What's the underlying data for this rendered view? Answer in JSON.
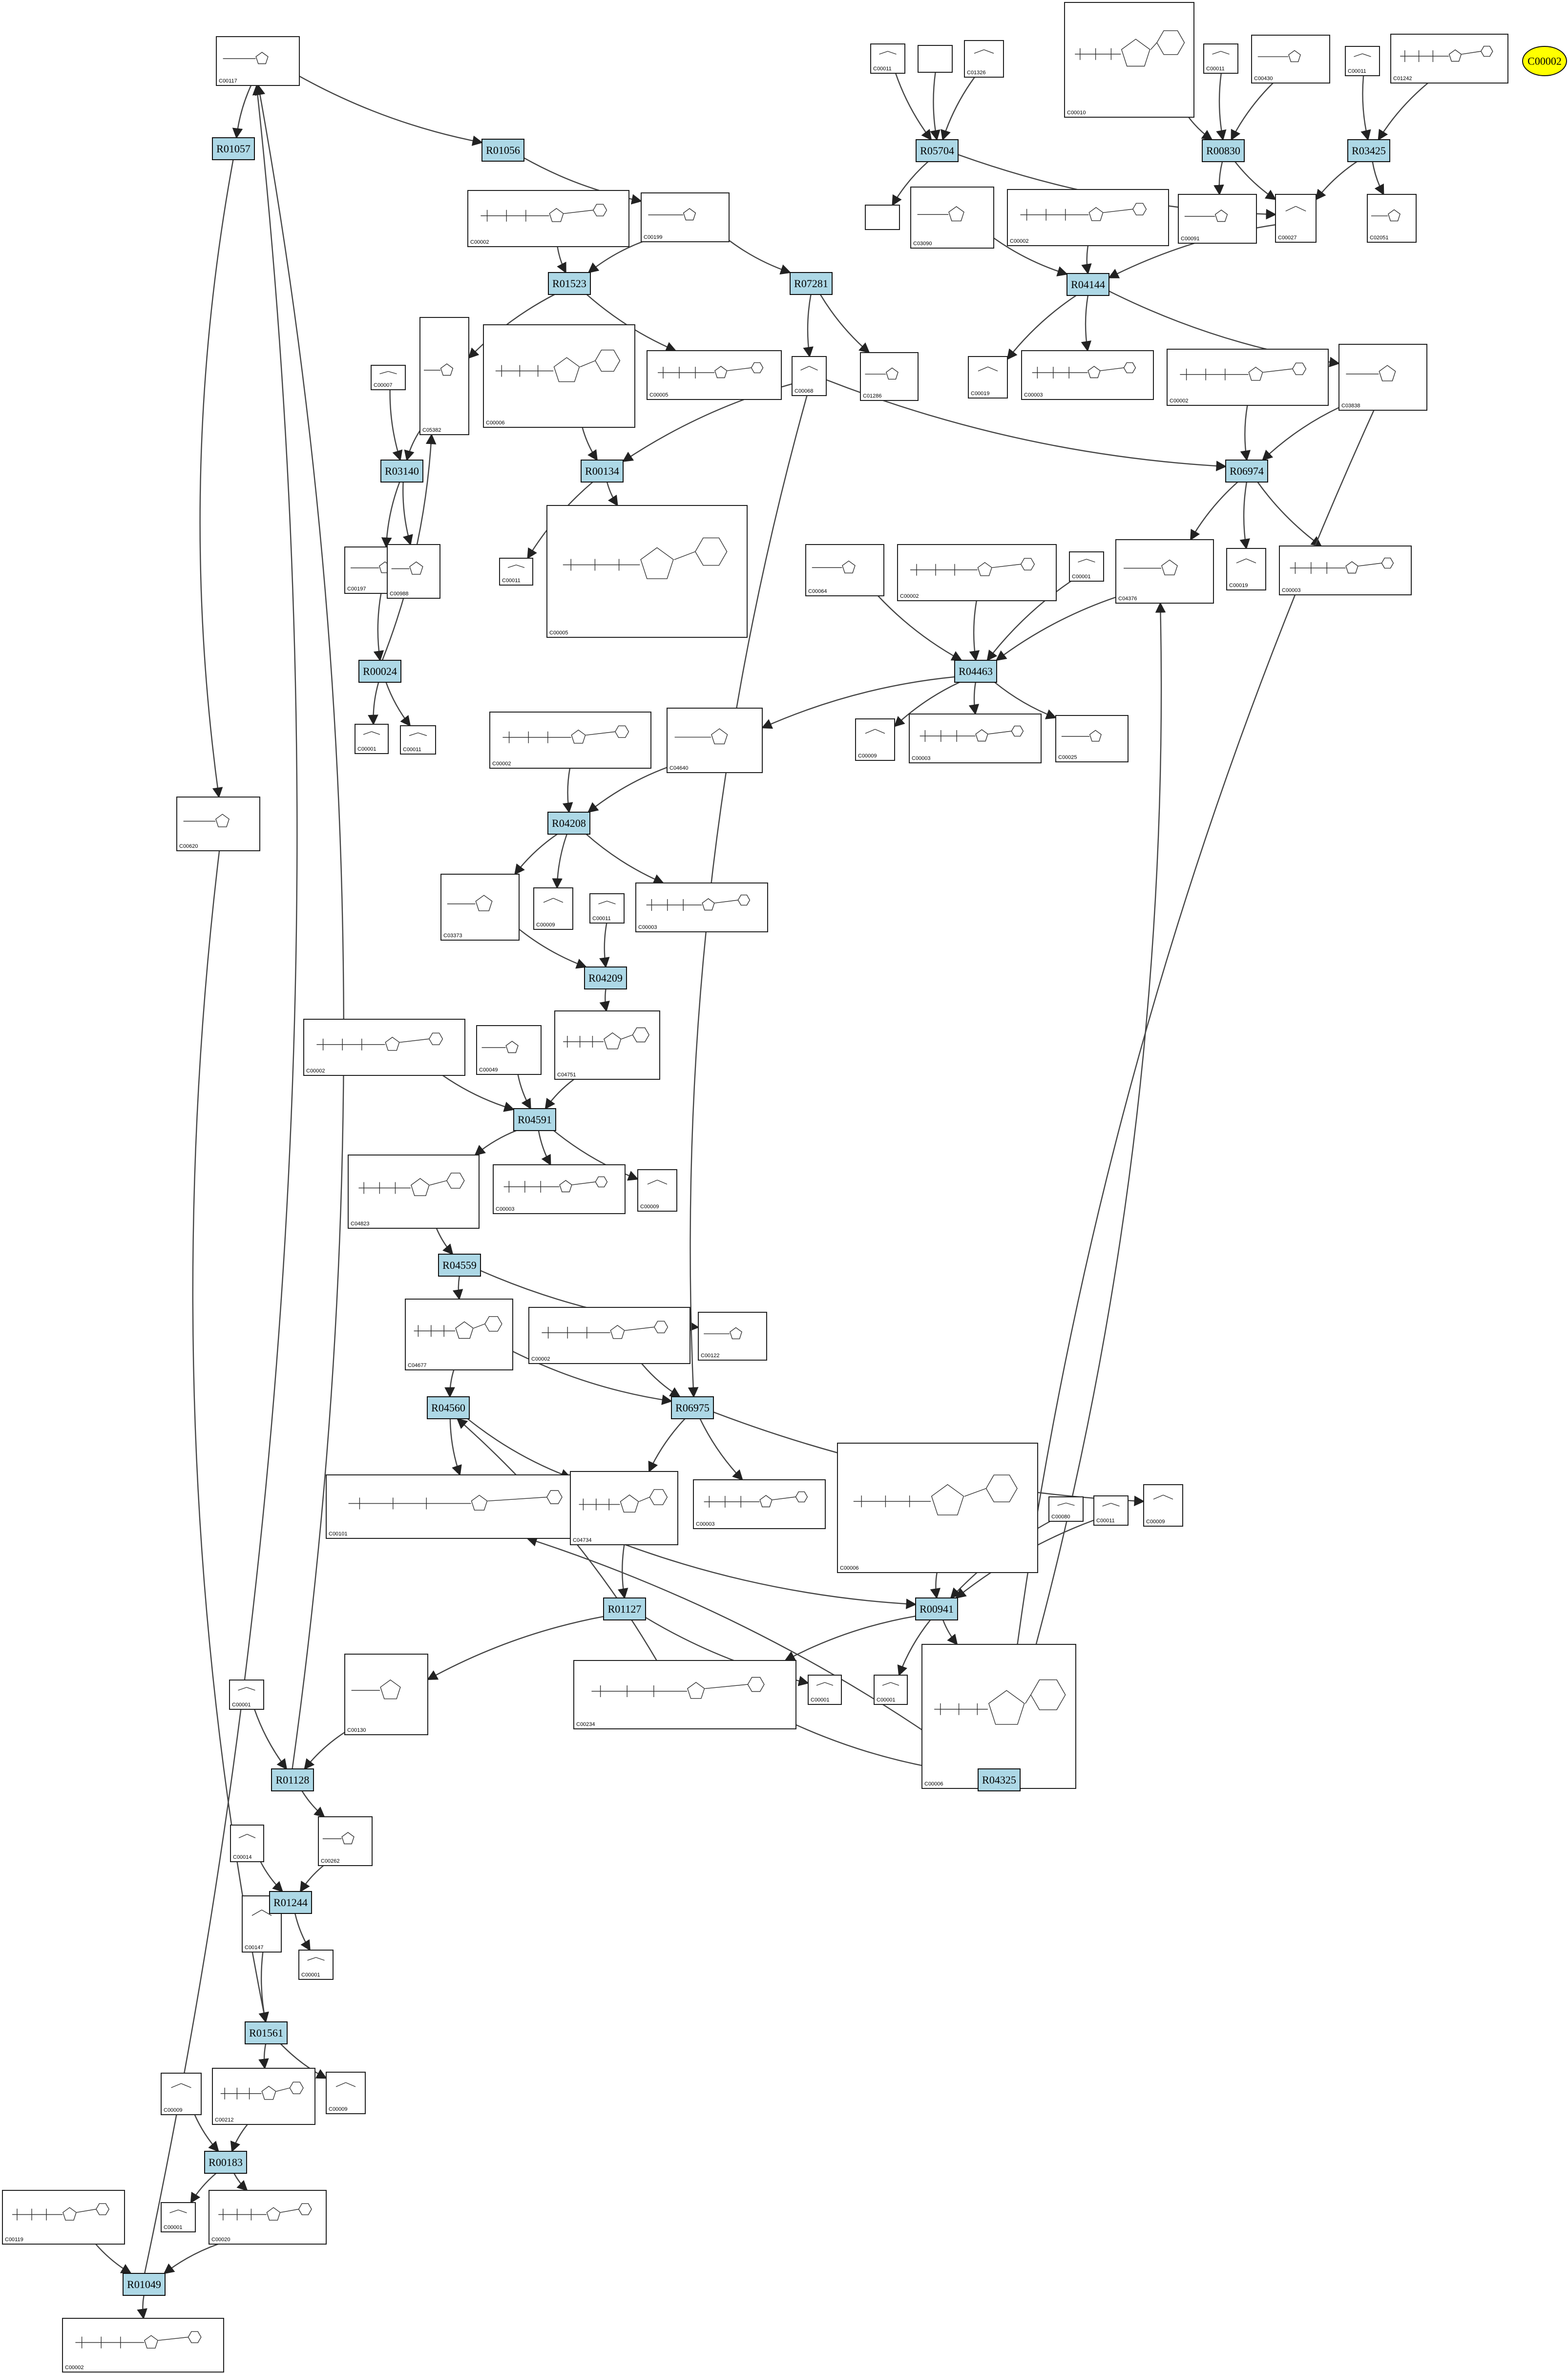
{
  "compounds": [
    {
      "id": "c_C00117",
      "label": "C00117"
    },
    {
      "id": "c_C00002_top",
      "label": "C00002"
    },
    {
      "id": "c_C00199",
      "label": "C00199"
    },
    {
      "id": "c_C05382",
      "label": "C05382"
    },
    {
      "id": "c_C00007",
      "label": "C00007"
    },
    {
      "id": "c_C00006_a",
      "label": "C00006"
    },
    {
      "id": "c_C00005_a",
      "label": "C00005"
    },
    {
      "id": "c_C00068",
      "label": "C00068"
    },
    {
      "id": "c_C01286",
      "label": "C01286"
    },
    {
      "id": "c_C00011_a",
      "label": "C00011"
    },
    {
      "id": "c_C00005_big",
      "label": "C00005"
    },
    {
      "id": "c_C00197",
      "label": "C00197"
    },
    {
      "id": "c_C00988",
      "label": "C00988"
    },
    {
      "id": "c_C00001_a",
      "label": "C00001"
    },
    {
      "id": "c_C00011_b",
      "label": "C00011"
    },
    {
      "id": "c_C00620",
      "label": "C00620"
    },
    {
      "id": "c_C00011_t1",
      "label": "C00011"
    },
    {
      "id": "c_blank1",
      "label": ""
    },
    {
      "id": "c_C01326",
      "label": "C01326"
    },
    {
      "id": "c_C00010",
      "label": "C00010"
    },
    {
      "id": "c_C00011_t2",
      "label": "C00011"
    },
    {
      "id": "c_C00430",
      "label": "C00430"
    },
    {
      "id": "c_C00011_t3",
      "label": "C00011"
    },
    {
      "id": "c_C01242",
      "label": "C01242"
    },
    {
      "id": "c_blank2",
      "label": ""
    },
    {
      "id": "c_C03090",
      "label": "C03090"
    },
    {
      "id": "c_C00002_b",
      "label": "C00002"
    },
    {
      "id": "c_C00091",
      "label": "C00091"
    },
    {
      "id": "c_C00027",
      "label": "C00027"
    },
    {
      "id": "c_C02051",
      "label": "C02051"
    },
    {
      "id": "c_C00019",
      "label": "C00019"
    },
    {
      "id": "c_C00003_a",
      "label": "C00003"
    },
    {
      "id": "c_C00002_c",
      "label": "C00002"
    },
    {
      "id": "c_C03838",
      "label": "C03838"
    },
    {
      "id": "c_C00064",
      "label": "C00064"
    },
    {
      "id": "c_C00002_d",
      "label": "C00002"
    },
    {
      "id": "c_C00001_b",
      "label": "C00001"
    },
    {
      "id": "c_C04376",
      "label": "C04376"
    },
    {
      "id": "c_C00019_b",
      "label": "C00019"
    },
    {
      "id": "c_C00003_b",
      "label": "C00003"
    },
    {
      "id": "c_C00009_a",
      "label": "C00009"
    },
    {
      "id": "c_C00003_c",
      "label": "C00003"
    },
    {
      "id": "c_C00025",
      "label": "C00025"
    },
    {
      "id": "c_C00002_e",
      "label": "C00002"
    },
    {
      "id": "c_C04640",
      "label": "C04640"
    },
    {
      "id": "c_C03373",
      "label": "C03373"
    },
    {
      "id": "c_C00009_b",
      "label": "C00009"
    },
    {
      "id": "c_C00011_c",
      "label": "C00011"
    },
    {
      "id": "c_C00003_d",
      "label": "C00003"
    },
    {
      "id": "c_C00002_f",
      "label": "C00002"
    },
    {
      "id": "c_C00049",
      "label": "C00049"
    },
    {
      "id": "c_C04751",
      "label": "C04751"
    },
    {
      "id": "c_C04823",
      "label": "C04823"
    },
    {
      "id": "c_C00003_e",
      "label": "C00003"
    },
    {
      "id": "c_C00009_c",
      "label": "C00009"
    },
    {
      "id": "c_C04677",
      "label": "C04677"
    },
    {
      "id": "c_C00002_g",
      "label": "C00002"
    },
    {
      "id": "c_C00122",
      "label": "C00122"
    },
    {
      "id": "c_C00101",
      "label": "C00101"
    },
    {
      "id": "c_C04734",
      "label": "C04734"
    },
    {
      "id": "c_C00003_f",
      "label": "C00003"
    },
    {
      "id": "c_C00006_b",
      "label": "C00006"
    },
    {
      "id": "c_C00080",
      "label": "C00080"
    },
    {
      "id": "c_C00011_d",
      "label": "C00011"
    },
    {
      "id": "c_C00009_d",
      "label": "C00009"
    },
    {
      "id": "c_C00130",
      "label": "C00130"
    },
    {
      "id": "c_C00234",
      "label": "C00234"
    },
    {
      "id": "c_C00001_c",
      "label": "C00001"
    },
    {
      "id": "c_C00001_d",
      "label": "C00001"
    },
    {
      "id": "c_C00006_c",
      "label": "C00006"
    },
    {
      "id": "c_C00001_e",
      "label": "C00001"
    },
    {
      "id": "c_C00262",
      "label": "C00262"
    },
    {
      "id": "c_C00014",
      "label": "C00014"
    },
    {
      "id": "c_C00147",
      "label": "C00147"
    },
    {
      "id": "c_C00001_f",
      "label": "C00001"
    },
    {
      "id": "c_C00009_e",
      "label": "C00009"
    },
    {
      "id": "c_C00212",
      "label": "C00212"
    },
    {
      "id": "c_C00009_f",
      "label": "C00009"
    },
    {
      "id": "c_C00001_g",
      "label": "C00001"
    },
    {
      "id": "c_C00020",
      "label": "C00020"
    },
    {
      "id": "c_C00119",
      "label": "C00119"
    },
    {
      "id": "c_C00002_h",
      "label": "C00002"
    }
  ],
  "reactions": [
    {
      "id": "r_R01057",
      "label": "R01057"
    },
    {
      "id": "r_R01056",
      "label": "R01056"
    },
    {
      "id": "r_R01523",
      "label": "R01523"
    },
    {
      "id": "r_R07281",
      "label": "R07281"
    },
    {
      "id": "r_R03140",
      "label": "R03140"
    },
    {
      "id": "r_R00134",
      "label": "R00134"
    },
    {
      "id": "r_R00024",
      "label": "R00024"
    },
    {
      "id": "r_R05704",
      "label": "R05704"
    },
    {
      "id": "r_R00830",
      "label": "R00830"
    },
    {
      "id": "r_R03425",
      "label": "R03425"
    },
    {
      "id": "r_R04144",
      "label": "R04144"
    },
    {
      "id": "r_R06974",
      "label": "R06974"
    },
    {
      "id": "r_R04463",
      "label": "R04463"
    },
    {
      "id": "r_R04208",
      "label": "R04208"
    },
    {
      "id": "r_R04209",
      "label": "R04209"
    },
    {
      "id": "r_R04591",
      "label": "R04591"
    },
    {
      "id": "r_R04559",
      "label": "R04559"
    },
    {
      "id": "r_R04560",
      "label": "R04560"
    },
    {
      "id": "r_R06975",
      "label": "R06975"
    },
    {
      "id": "r_R01127",
      "label": "R01127"
    },
    {
      "id": "r_R00941",
      "label": "R00941"
    },
    {
      "id": "r_R04325",
      "label": "R04325"
    },
    {
      "id": "r_R01128",
      "label": "R01128"
    },
    {
      "id": "r_R01244",
      "label": "R01244"
    },
    {
      "id": "r_R01561",
      "label": "R01561"
    },
    {
      "id": "r_R00183",
      "label": "R00183"
    },
    {
      "id": "r_R01049",
      "label": "R01049"
    }
  ],
  "highlight": {
    "id": "hl_C00002",
    "label": "C00002",
    "color": "#ffff00"
  },
  "colors": {
    "reaction_fill": "#add8e6",
    "edge": "#444444"
  },
  "edges": [
    [
      "c_C00117",
      "r_R01057"
    ],
    [
      "c_C00117",
      "r_R01056"
    ],
    [
      "r_R01057",
      "c_C00620"
    ],
    [
      "r_R01056",
      "c_C00199"
    ],
    [
      "c_C00199",
      "r_R01523"
    ],
    [
      "c_C00002_top",
      "r_R01523"
    ],
    [
      "r_R01523",
      "c_C05382"
    ],
    [
      "r_R01523",
      "c_C00005_a"
    ],
    [
      "c_C00199",
      "r_R07281"
    ],
    [
      "r_R07281",
      "c_C00068"
    ],
    [
      "r_R07281",
      "c_C01286"
    ],
    [
      "c_C05382",
      "r_R03140"
    ],
    [
      "c_C00007",
      "r_R03140"
    ],
    [
      "r_R03140",
      "c_C00197"
    ],
    [
      "r_R03140",
      "c_C00988"
    ],
    [
      "c_C00197",
      "r_R00024"
    ],
    [
      "r_R00024",
      "c_C00001_a"
    ],
    [
      "r_R00024",
      "c_C00011_b"
    ],
    [
      "r_R00024",
      "c_C05382"
    ],
    [
      "c_C00006_a",
      "r_R00134"
    ],
    [
      "c_C00068",
      "r_R00134"
    ],
    [
      "r_R00134",
      "c_C00011_a"
    ],
    [
      "r_R00134",
      "c_C00005_big"
    ],
    [
      "c_C00011_t1",
      "r_R05704"
    ],
    [
      "c_blank1",
      "r_R05704"
    ],
    [
      "c_C01326",
      "r_R05704"
    ],
    [
      "r_R05704",
      "c_blank2"
    ],
    [
      "r_R05704",
      "c_C00027"
    ],
    [
      "c_C00010",
      "r_R00830"
    ],
    [
      "c_C00011_t2",
      "r_R00830"
    ],
    [
      "c_C00430",
      "r_R00830"
    ],
    [
      "r_R00830",
      "c_C00091"
    ],
    [
      "r_R00830",
      "c_C00027"
    ],
    [
      "c_C00011_t3",
      "r_R03425"
    ],
    [
      "c_C01242",
      "r_R03425"
    ],
    [
      "r_R03425",
      "c_C02051"
    ],
    [
      "r_R03425",
      "c_C00027"
    ],
    [
      "c_C00027",
      "r_R04144"
    ],
    [
      "c_C03090",
      "r_R04144"
    ],
    [
      "c_C00002_b",
      "r_R04144"
    ],
    [
      "r_R04144",
      "c_C00019"
    ],
    [
      "r_R04144",
      "c_C00003_a"
    ],
    [
      "r_R04144",
      "c_C03838"
    ],
    [
      "c_C00002_c",
      "r_R06974"
    ],
    [
      "c_C03838",
      "r_R06974"
    ],
    [
      "c_C00068",
      "r_R06974"
    ],
    [
      "r_R06974",
      "c_C04376"
    ],
    [
      "r_R06974",
      "c_C00019_b"
    ],
    [
      "r_R06974",
      "c_C00003_b"
    ],
    [
      "c_C00064",
      "r_R04463"
    ],
    [
      "c_C00002_d",
      "r_R04463"
    ],
    [
      "c_C00001_b",
      "r_R04463"
    ],
    [
      "c_C04376",
      "r_R04463"
    ],
    [
      "r_R04463",
      "c_C00009_a"
    ],
    [
      "r_R04463",
      "c_C00003_c"
    ],
    [
      "r_R04463",
      "c_C00025"
    ],
    [
      "r_R04463",
      "c_C04640"
    ],
    [
      "c_C00002_e",
      "r_R04208"
    ],
    [
      "c_C04640",
      "r_R04208"
    ],
    [
      "r_R04208",
      "c_C03373"
    ],
    [
      "r_R04208",
      "c_C00009_b"
    ],
    [
      "r_R04208",
      "c_C00003_d"
    ],
    [
      "c_C03373",
      "r_R04209"
    ],
    [
      "c_C00011_c",
      "r_R04209"
    ],
    [
      "r_R04209",
      "c_C04751"
    ],
    [
      "c_C00002_f",
      "r_R04591"
    ],
    [
      "c_C00049",
      "r_R04591"
    ],
    [
      "c_C04751",
      "r_R04591"
    ],
    [
      "r_R04591",
      "c_C04823"
    ],
    [
      "r_R04591",
      "c_C00003_e"
    ],
    [
      "r_R04591",
      "c_C00009_c"
    ],
    [
      "c_C04823",
      "r_R04559"
    ],
    [
      "r_R04559",
      "c_C04677"
    ],
    [
      "r_R04559",
      "c_C00122"
    ],
    [
      "c_C04677",
      "r_R04560"
    ],
    [
      "c_C04677",
      "r_R06975"
    ],
    [
      "c_C00002_g",
      "r_R06975"
    ],
    [
      "c_C00068",
      "r_R06975"
    ],
    [
      "r_R04560",
      "c_C00101"
    ],
    [
      "r_R04560",
      "c_C04734"
    ],
    [
      "r_R06975",
      "c_C04734"
    ],
    [
      "r_R06975",
      "c_C00003_f"
    ],
    [
      "r_R06975",
      "c_C00009_d"
    ],
    [
      "c_C04734",
      "r_R01127"
    ],
    [
      "r_R01127",
      "c_C00130"
    ],
    [
      "r_R01127",
      "c_C00001_c"
    ],
    [
      "c_C00006_b",
      "r_R00941"
    ],
    [
      "c_C00080",
      "r_R00941"
    ],
    [
      "c_C00011_d",
      "r_R00941"
    ],
    [
      "c_C00101",
      "r_R00941"
    ],
    [
      "r_R00941",
      "c_C00234"
    ],
    [
      "r_R00941",
      "c_C00001_d"
    ],
    [
      "r_R00941",
      "c_C00006_c"
    ],
    [
      "c_C00234",
      "r_R04325"
    ],
    [
      "c_C03838",
      "r_R04325"
    ],
    [
      "r_R04325",
      "c_C00101"
    ],
    [
      "r_R04325",
      "c_C04376"
    ],
    [
      "c_C00234",
      "r_R04560"
    ],
    [
      "c_C00130",
      "r_R01128"
    ],
    [
      "c_C00001_e",
      "r_R01128"
    ],
    [
      "r_R01128",
      "c_C00117"
    ],
    [
      "r_R01128",
      "c_C00262"
    ],
    [
      "c_C00262",
      "r_R01244"
    ],
    [
      "c_C00014",
      "r_R01244"
    ],
    [
      "r_R01244",
      "c_C00147"
    ],
    [
      "r_R01244",
      "c_C00001_f"
    ],
    [
      "c_C00147",
      "r_R01561"
    ],
    [
      "c_C00620",
      "r_R01561"
    ],
    [
      "r_R01561",
      "c_C00212"
    ],
    [
      "r_R01561",
      "c_C00009_e"
    ],
    [
      "c_C00212",
      "r_R00183"
    ],
    [
      "c_C00009_f",
      "r_R00183"
    ],
    [
      "r_R00183",
      "c_C00001_g"
    ],
    [
      "r_R00183",
      "c_C00020"
    ],
    [
      "c_C00119",
      "r_R01049"
    ],
    [
      "c_C00020",
      "r_R01049"
    ],
    [
      "r_R01049",
      "c_C00117"
    ],
    [
      "r_R01049",
      "c_C00002_h"
    ]
  ]
}
